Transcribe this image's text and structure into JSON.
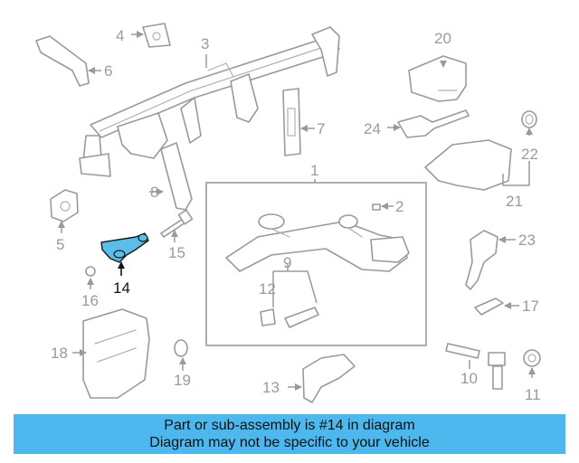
{
  "diagram": {
    "highlight_color": "#5bbde9",
    "callouts": {
      "c1": "1",
      "c2": "2",
      "c3": "3",
      "c4": "4",
      "c5": "5",
      "c6": "6",
      "c7": "7",
      "c8": "8",
      "c9": "9",
      "c10": "10",
      "c11": "11",
      "c12": "12",
      "c13": "13",
      "c14": "14",
      "c15": "15",
      "c16": "16",
      "c17": "17",
      "c18": "18",
      "c19": "19",
      "c20": "20",
      "c21": "21",
      "c22": "22",
      "c23": "23",
      "c24": "24"
    }
  },
  "banner": {
    "color": "#4cb8ed",
    "line1": "Part or sub-assembly is #14 in diagram",
    "line2": "Diagram may not be specific to your vehicle"
  }
}
